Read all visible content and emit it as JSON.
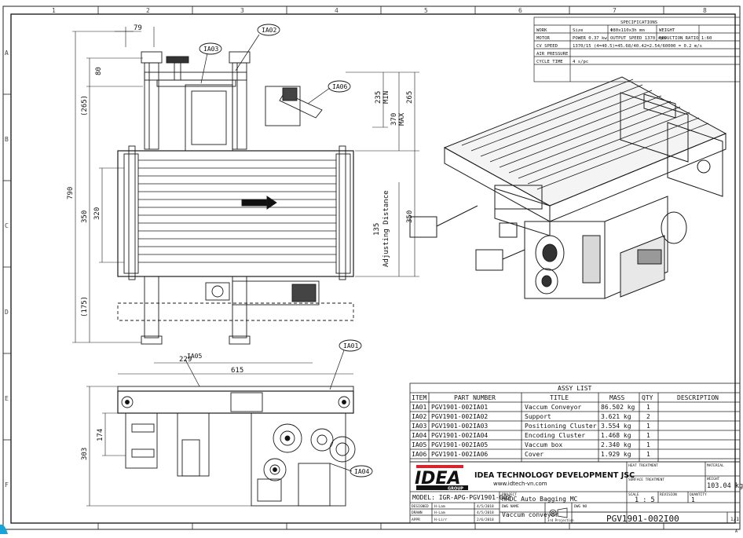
{
  "frame": {
    "columns": [
      "1",
      "2",
      "3",
      "4",
      "5",
      "6",
      "7",
      "8"
    ],
    "rows": [
      "A",
      "B",
      "C",
      "D",
      "E",
      "F"
    ]
  },
  "spec": {
    "title": "SPECIFICATIONS",
    "rows": [
      {
        "label": "WORK",
        "cells": [
          "Size",
          "Φ80x110x3h mm",
          "WEIGHT",
          ""
        ]
      },
      {
        "label": "MOTOR",
        "cells": [
          "POWER  0.37 kw",
          "OUTPUT SPEED  1370 rpm",
          "REDUCTION RATIO  1:60",
          ""
        ]
      },
      {
        "label": "CV SPEED",
        "cells": [
          "1370/15 (4=40.5)=45.68/40.42=2.54/60000 = 0.2 m/s"
        ]
      },
      {
        "label": "AIR PRESSURE",
        "cells": [
          ""
        ]
      },
      {
        "label": "CYCLE TIME",
        "cells": [
          "4 s/pc"
        ]
      }
    ]
  },
  "callouts": {
    "ia01": "IA01",
    "ia02": "IA02",
    "ia03": "IA03",
    "ia04": "IA04",
    "ia05": "IA05",
    "ia06": "IA06"
  },
  "dims": {
    "d79": "79",
    "d80": "80",
    "d265p": "(265)",
    "d790": "790",
    "d350a": "350",
    "d320": "320",
    "d175": "(175)",
    "d235": "235",
    "min": "MIN",
    "d370": "370",
    "max": "MAX",
    "d265": "265",
    "d135": "135",
    "adjusting": "Adjusting Distance",
    "d350b": "350",
    "d229": "229",
    "d615": "615",
    "d303": "303",
    "d174": "174"
  },
  "assy": {
    "title": "ASSY LIST",
    "headers": [
      "ITEM",
      "PART NUMBER",
      "TITLE",
      "MASS",
      "QTY",
      "DESCRIPTION"
    ],
    "rows": [
      [
        "IA01",
        "PGV1901-002IA01",
        "Vaccum Conveyor",
        "86.502 kg",
        "1",
        ""
      ],
      [
        "IA02",
        "PGV1901-002IA02",
        "Support",
        "3.621 kg",
        "2",
        ""
      ],
      [
        "IA03",
        "PGV1901-002IA03",
        "Positioning Cluster",
        "3.554 kg",
        "1",
        ""
      ],
      [
        "IA04",
        "PGV1901-002IA04",
        "Encoding Cluster",
        "1.468 kg",
        "1",
        ""
      ],
      [
        "IA05",
        "PGV1901-002IA05",
        "Vaccum box",
        "2.340 kg",
        "1",
        ""
      ],
      [
        "IA06",
        "PGV1901-002IA06",
        "Cover",
        "1.929 kg",
        "1",
        ""
      ]
    ]
  },
  "titleblock": {
    "logo_text": "IDEA",
    "logo_group": "GROUP",
    "company": "IDEA TECHNOLOGY DEVELOPMENT JSC",
    "website": "www.idtech-vn.com",
    "heat_label": "HEAT TREATMENT",
    "material_label": "MATERIAL",
    "surface_label": "SURFACE TREATMENT",
    "weight_label": "WEIGHT",
    "weight_value": "103.04 kg",
    "model": "MODEL: IGR-APG-PGV1901-002",
    "project_label": "PROJECT",
    "project_value": "HRDC Auto Bagging MC",
    "scale_label": "SCALE",
    "scale_value": "1 : 5",
    "revision_label": "REVISION",
    "quantity_label": "QUANTITY",
    "quantity_value": "1",
    "designed_label": "DESIGNED",
    "designed_by": "H-Lam",
    "designed_date": "4/5/2018",
    "drawn_label": "DRAWN",
    "drawn_by": "H-Lam",
    "drawn_date": "4/5/2018",
    "appr_label": "APPR",
    "appr_by": "H-Lirr",
    "appr_date": "2/6/2018",
    "dwg_name_label": "DWG NAME",
    "dwg_name_value": "Vaccum conveyor",
    "projection_label": "3rd Projection",
    "dwg_no_label": "DWG NO",
    "dwg_no_value": "PGV1901-002I00",
    "sheet": "1/1",
    "size": "A"
  },
  "colors": {
    "logo_red": "#d7262b",
    "ink": "#1a1a1a",
    "corner_blue": "#1aa3d9"
  }
}
